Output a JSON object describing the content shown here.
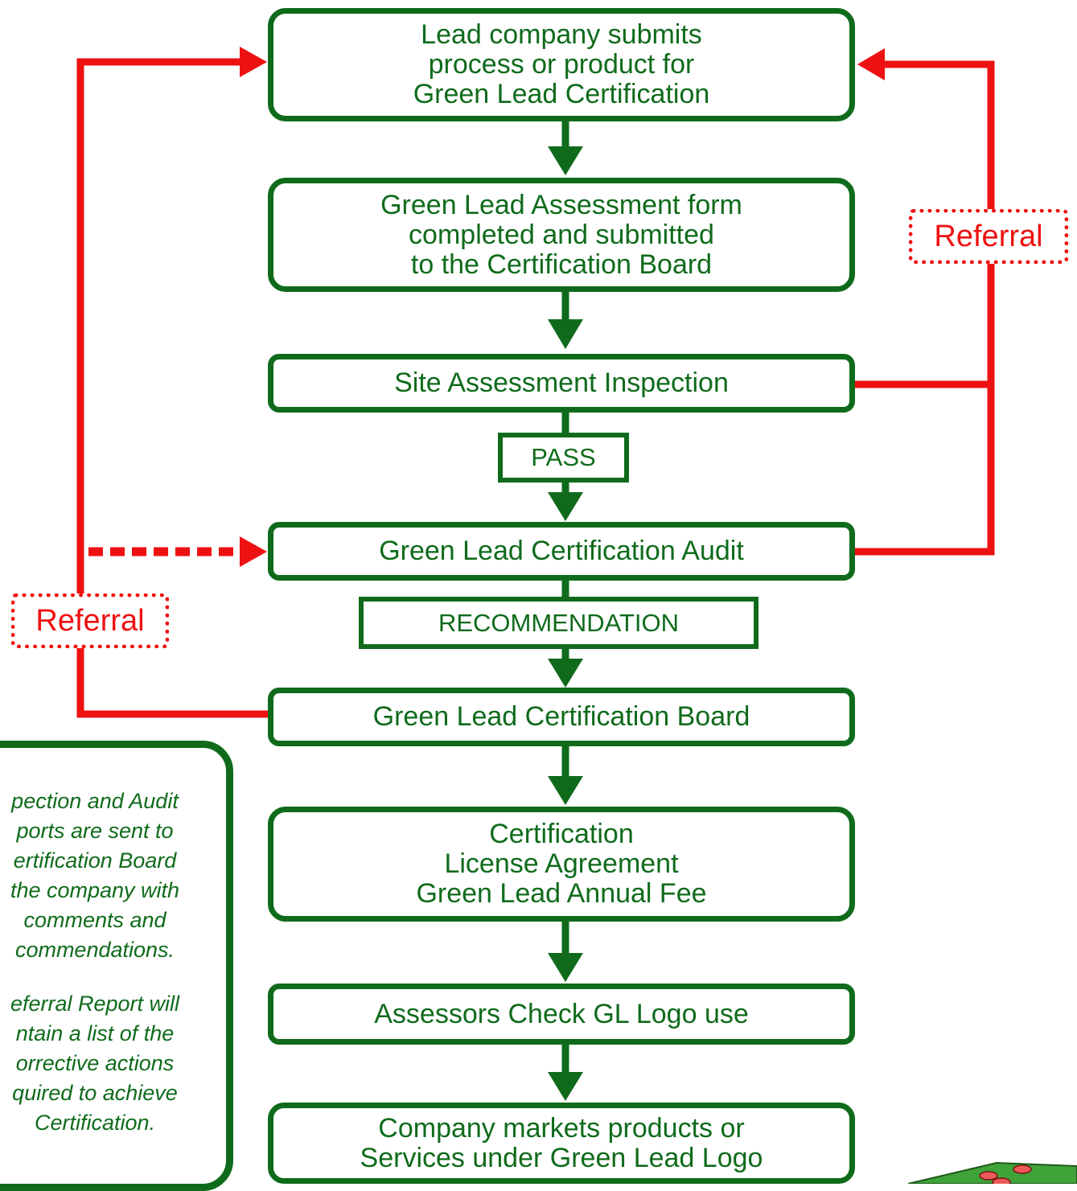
{
  "steps": [
    {
      "id": "submit",
      "lines": [
        "Lead company submits",
        "process or product for",
        "Green Lead Certification"
      ]
    },
    {
      "id": "assessment-form",
      "lines": [
        "Green Lead Assessment form",
        "completed and submitted",
        "to the Certification Board"
      ]
    },
    {
      "id": "site-inspection",
      "lines": [
        "Site Assessment Inspection"
      ]
    },
    {
      "id": "certification-audit",
      "lines": [
        "Green Lead Certification Audit"
      ]
    },
    {
      "id": "certification-board",
      "lines": [
        "Green Lead Certification Board"
      ]
    },
    {
      "id": "certification",
      "lines": [
        "Certification",
        "License Agreement",
        "Green Lead Annual Fee"
      ]
    },
    {
      "id": "logo-check",
      "lines": [
        "Assessors Check GL Logo use"
      ]
    },
    {
      "id": "markets",
      "lines": [
        "Company markets products or",
        "Services under Green Lead Logo"
      ]
    }
  ],
  "labels": {
    "pass": "PASS",
    "recommendation": "RECOMMENDATION",
    "referral_right": "Referral",
    "referral_left": "Referral"
  },
  "note": {
    "paragraph1": [
      "pection and Audit",
      "ports are sent to",
      "ertification Board",
      "the company with",
      "comments and",
      "commendations."
    ],
    "paragraph2": [
      "eferral Report will",
      "ntain a list of the",
      "orrective actions",
      "quired to achieve",
      "Certification."
    ]
  },
  "colors": {
    "green": "#0f6b1b",
    "red": "#ee1111",
    "background": "#ffffff"
  }
}
